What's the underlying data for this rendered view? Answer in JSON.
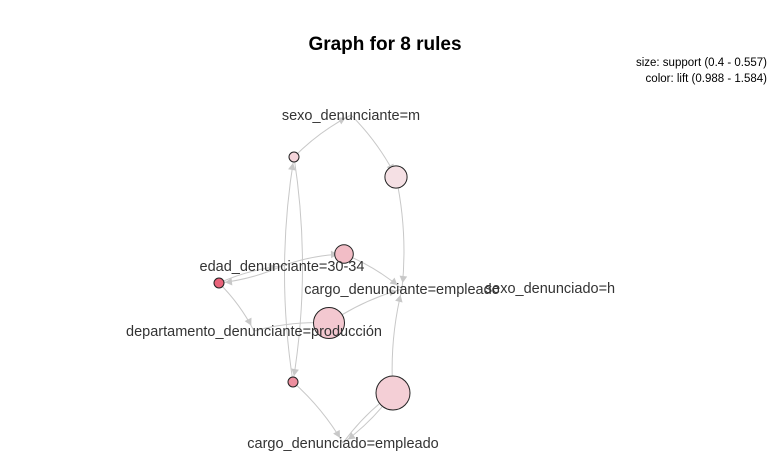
{
  "title": "Graph for 8 rules",
  "legend": {
    "size": "size: support (0.4 - 0.557)",
    "color": "color: lift (0.988 - 1.584)"
  },
  "items": [
    "sexo_denunciante=m",
    "edad_denunciante=30-34",
    "cargo_denunciante=empleado",
    "sexo_denunciado=h",
    "departamento_denunciante=producción",
    "cargo_denunciado=empleado"
  ],
  "rules": [
    {
      "support": 0.4,
      "lift": 1.1
    },
    {
      "support": 0.44,
      "lift": 1.05
    },
    {
      "support": 0.42,
      "lift": 1.2
    },
    {
      "support": 0.4,
      "lift": 1.584
    },
    {
      "support": 0.52,
      "lift": 1.15
    },
    {
      "support": 0.4,
      "lift": 1.4
    },
    {
      "support": 0.557,
      "lift": 1.12
    }
  ],
  "colors": {
    "low": "#f7eef0",
    "high": "#e8637a",
    "edge": "#c8c8c8"
  }
}
